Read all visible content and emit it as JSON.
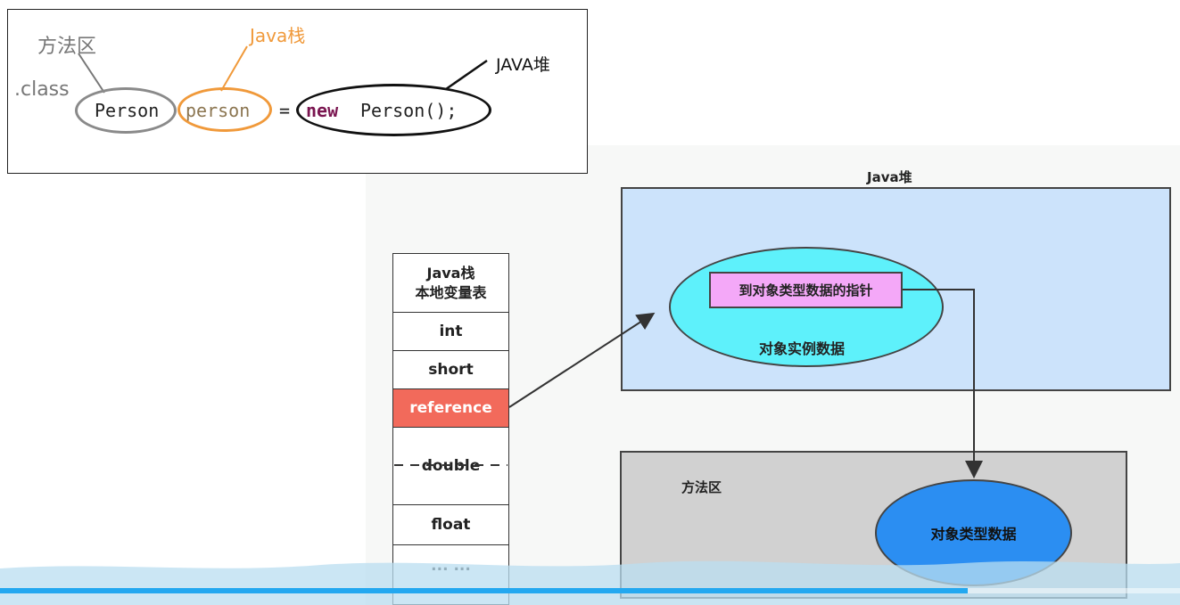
{
  "code_box": {
    "label_method_area": "方法区",
    "label_class": ".class",
    "label_java_stack": "Java栈",
    "label_java_heap": "JAVA堆",
    "code_class": "Person",
    "code_var": "person",
    "code_eq": "=",
    "code_new": "new",
    "code_ctor": "Person();"
  },
  "stack_table": {
    "header_line1": "Java栈",
    "header_line2": "本地变量表",
    "rows": [
      "int",
      "short",
      "reference",
      "double",
      "float",
      "... ..."
    ],
    "highlight_row": "reference",
    "highlight_color": "#f26a5b"
  },
  "heap": {
    "title": "Java堆",
    "pointer_label": "到对象类型数据的指针",
    "instance_label": "对象实例数据",
    "fill_color": "#cce3fb",
    "ellipse_color": "#5ef1fb",
    "pointer_color": "#f4a8f8"
  },
  "method_area": {
    "title": "方法区",
    "type_data_label": "对象类型数据",
    "fill_color": "#d1d1d1",
    "ellipse_color": "#2b8ef2"
  },
  "video": {
    "progress_fraction": 0.82,
    "progress_color": "#23a8f0"
  }
}
